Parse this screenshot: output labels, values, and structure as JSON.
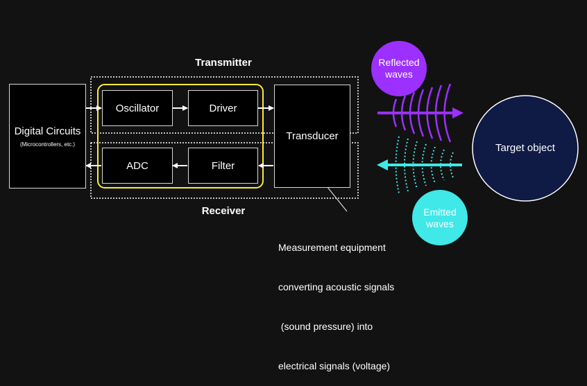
{
  "blocks": {
    "digital": {
      "title": "Digital Circuits",
      "subtitle": "(Microcontrollers, etc.)"
    },
    "oscillator": "Oscillator",
    "driver": "Driver",
    "adc": "ADC",
    "filter": "Filter",
    "transducer": "Transducer",
    "target": "Target object"
  },
  "sections": {
    "transmitter": "Transmitter",
    "receiver": "Receiver"
  },
  "waves": {
    "reflected": [
      "Reflected",
      "waves"
    ],
    "emitted": [
      "Emitted",
      "waves"
    ]
  },
  "note": [
    "Measurement equipment",
    "converting acoustic signals",
    " (sound pressure) into",
    "electrical signals (voltage)"
  ],
  "colors": {
    "background": "#121212",
    "highlight": "#ffeb3b",
    "reflected": "#9b30ff",
    "emitted": "#40e8e8",
    "target": "#0f1a45"
  }
}
